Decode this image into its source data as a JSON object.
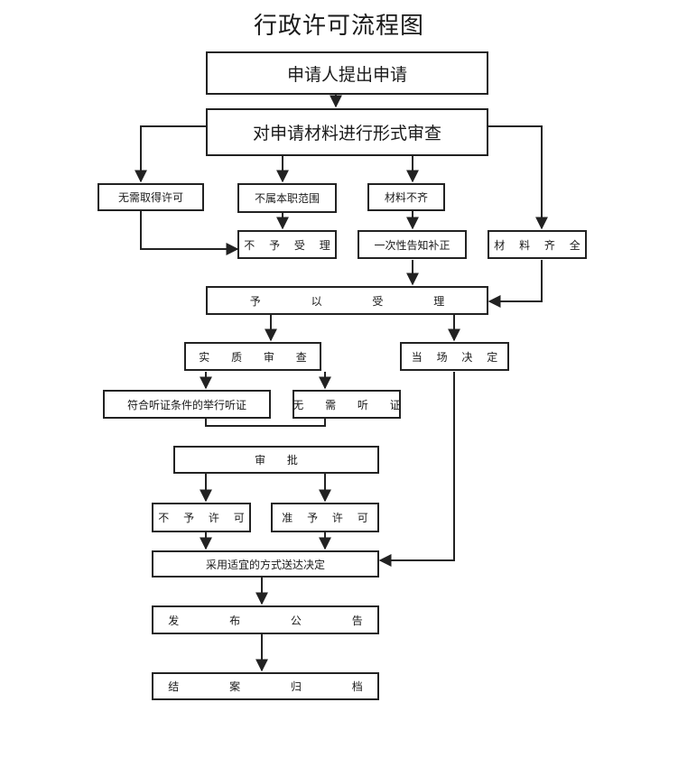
{
  "title": "行政许可流程图",
  "nodes": {
    "apply": "申请人提出申请",
    "formal_review": "对申请材料进行形式审查",
    "no_permit_needed": "无需取得许可",
    "not_in_scope": "不属本职范围",
    "incomplete": "材料不齐",
    "reject_acceptance": "不 予 受 理",
    "one_time_notice": "一次性告知补正",
    "complete": "材 料 齐 全",
    "accept": "予 以 受 理",
    "substantive_review": "实 质 审 查",
    "on_site_decision": "当 场 决 定",
    "hearing": "符合听证条件的举行听证",
    "no_hearing": "无 需 听 证",
    "approval": "审 批",
    "deny": "不 予 许 可",
    "grant": "准 予 许 可",
    "deliver": "采用适宜的方式送达决定",
    "announce": "发 布 公 告",
    "archive": "结 案 归 档"
  }
}
